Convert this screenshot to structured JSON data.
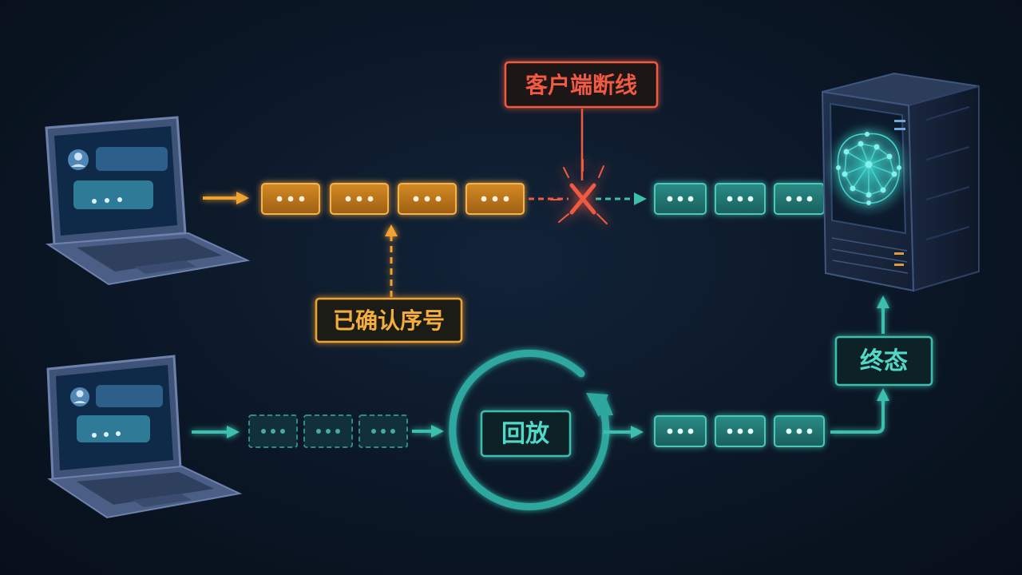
{
  "labels": {
    "client_disconnect": "客户端断线",
    "acked_seq": "已确认序号",
    "replay": "回放",
    "final_state": "终态"
  },
  "colors": {
    "orange": "#f0a330",
    "red": "#f05a40",
    "teal": "#3dbfb0",
    "teal_dark": "#1d6a68",
    "laptop": "#5a6f9a",
    "screen": "#0f2a48",
    "server": "#1e2d45"
  },
  "icons": [
    "laptop-icon",
    "laptop-icon",
    "server-icon",
    "brain-network-icon",
    "cross-icon",
    "chat-bubble-icon",
    "user-avatar-icon"
  ]
}
